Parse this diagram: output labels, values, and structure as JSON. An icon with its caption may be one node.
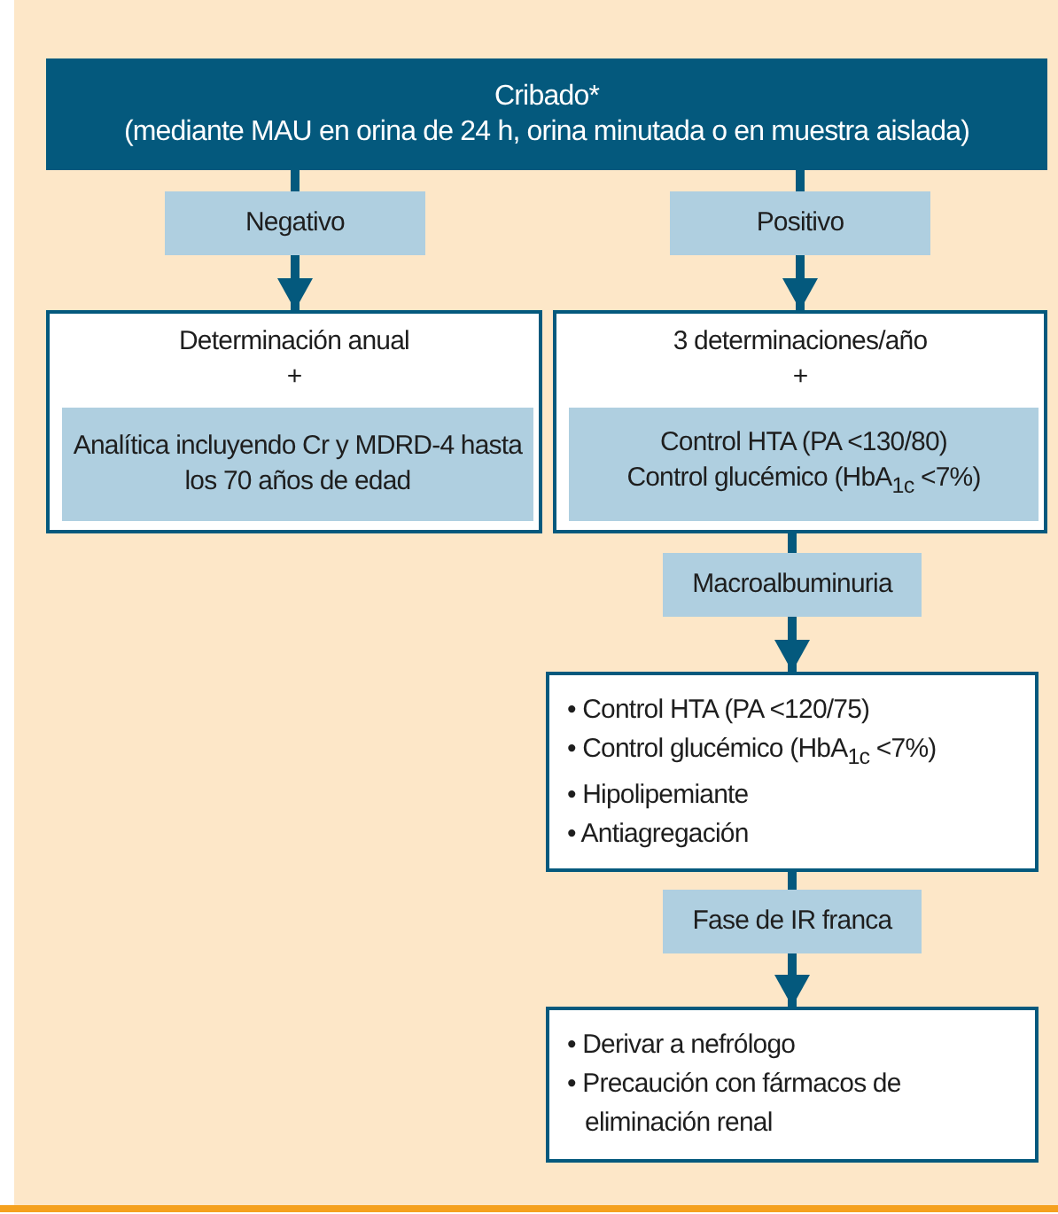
{
  "diagram": {
    "nodes": [
      {
        "text": [
          "Cribado*",
          "(mediante MAU en orina de 24 h, orina minutada o en muestra aislada)"
        ]
      },
      {
        "text": [
          "Negativo"
        ]
      },
      {
        "text": [
          "Positivo"
        ]
      },
      {
        "text": [
          "Determinación anual",
          "+"
        ]
      },
      {
        "text": [
          "Analítica incluyendo Cr y MDRD-4 hasta los 70 años de edad"
        ],
        "in": 3
      },
      {
        "text": [
          "3 determinaciones/año",
          "+"
        ]
      },
      {
        "text": [
          "Control HTA (PA <130/80)",
          "Control glucémico (HbA$_{1c}$ <7%)"
        ],
        "in": 5
      },
      {
        "text": [
          "Macroalbuminuria"
        ]
      },
      {
        "text": [
          "• Control HTA (PA <120/75)",
          "• Control glucémico (HbA$_{1c}$ <7%)",
          "• Hipolipemiante",
          "• Antiagregación"
        ]
      },
      {
        "text": [
          "Fase de IR franca"
        ]
      },
      {
        "text": [
          "• Derivar a nefrólogo",
          "• Precaución con fármacos de eliminación renal"
        ]
      }
    ],
    "edges": [
      {
        "from": 0,
        "to": 1,
        "arrow": "none"
      },
      {
        "from": 1,
        "to": 3,
        "arrow": "to"
      },
      {
        "from": 0,
        "to": 2,
        "arrow": "none"
      },
      {
        "from": 2,
        "to": 5,
        "arrow": "to"
      },
      {
        "from": 5,
        "to": 7,
        "arrow": "none"
      },
      {
        "from": 7,
        "to": 8,
        "arrow": "to"
      },
      {
        "from": 8,
        "to": 9,
        "arrow": "none"
      },
      {
        "from": 9,
        "to": 10,
        "arrow": "to"
      }
    ]
  }
}
